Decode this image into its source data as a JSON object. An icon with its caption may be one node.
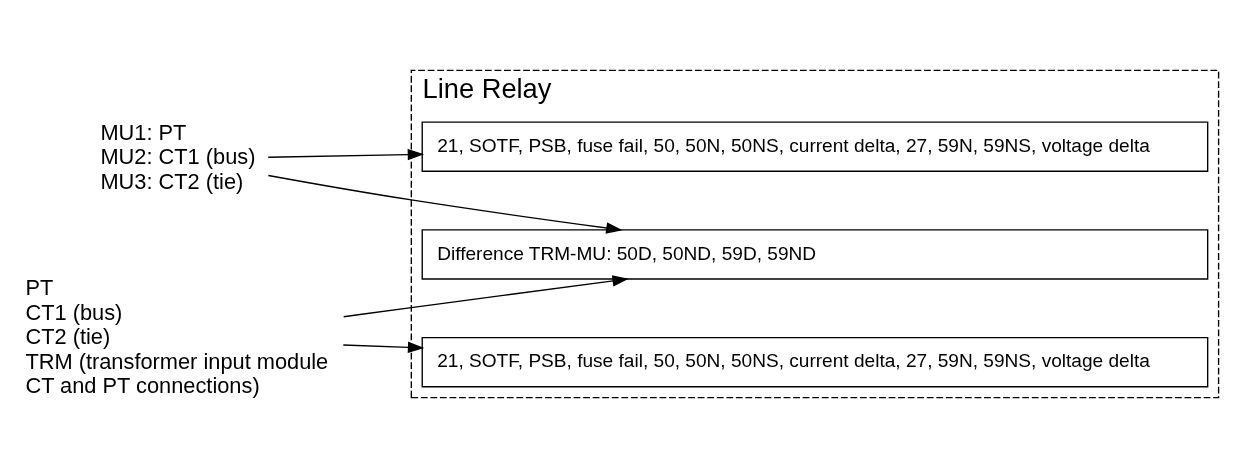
{
  "diagram": {
    "nodes": [
      {
        "text": [
          "Line Relay"
        ]
      },
      {
        "text": [
          "MU1: PT",
          "MU2: CT1 (bus)",
          "MU3: CT2 (tie)"
        ]
      },
      {
        "text": [
          "PT",
          "CT1 (bus)",
          "CT2 (tie)",
          "TRM (transformer input module CT and PT connections)"
        ]
      },
      {
        "text": [
          "21, SOTF, PSB, fuse fail, 50, 50N, 50NS, current delta, 27, 59N, 59NS, voltage delta"
        ],
        "in": 0
      },
      {
        "text": [
          "21, SOTF, PSB, fuse fail, 50, 50N, 50NS, current delta, 27, 59N, 59NS, voltage delta"
        ],
        "in": 0
      },
      {
        "text": [
          "Difference TRM-MU: 50D, 50ND, 59D, 59ND"
        ],
        "in": 0
      }
    ],
    "edges": [
      {
        "from": 1,
        "to": 3,
        "arrow": "to"
      },
      {
        "from": 1,
        "to": 5,
        "arrow": "to"
      },
      {
        "from": 2,
        "to": 4,
        "arrow": "to"
      },
      {
        "from": 2,
        "to": 5,
        "arrow": "to"
      }
    ]
  }
}
